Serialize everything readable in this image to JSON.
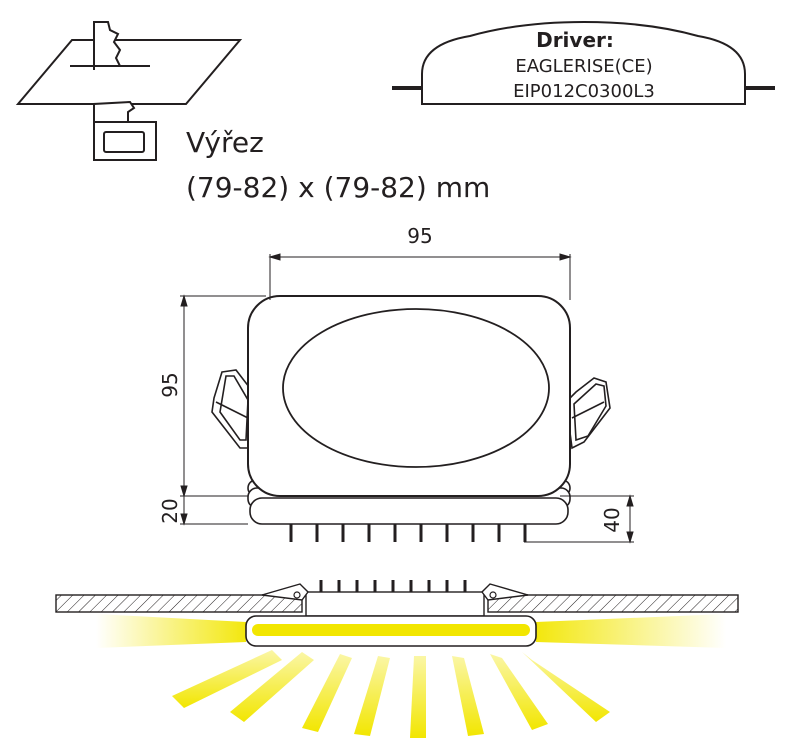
{
  "cutout": {
    "title": "Výřez",
    "size": "(79-82) x (79-82) mm"
  },
  "driver": {
    "title": "Driver:",
    "line1": "EAGLERISE(CE)",
    "line2": "EIP012C0300L3"
  },
  "dimensions": {
    "width": "95",
    "height": "95",
    "depth_front": "20",
    "depth_total": "40"
  },
  "colors": {
    "line": "#231f20",
    "light": "#f2e600",
    "light_soft": "#f7ec7a"
  }
}
